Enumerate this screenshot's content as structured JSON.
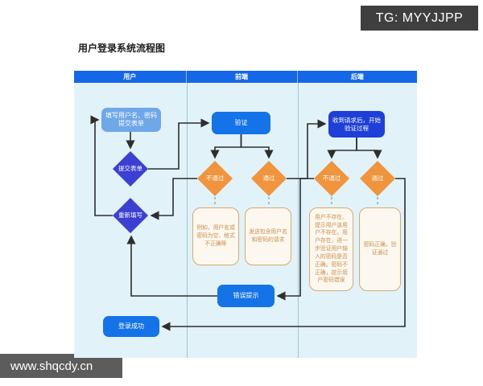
{
  "badge": {
    "text": "TG: MYYJJPP"
  },
  "watermark": {
    "text": "www.shqcdy.cn"
  },
  "title": "用户登录系统流程图",
  "lanes": [
    {
      "label": "用户"
    },
    {
      "label": "前端"
    },
    {
      "label": "后端"
    }
  ],
  "nodes": {
    "fill_form": {
      "label": "填写用户名、密码提交表单",
      "type": "process"
    },
    "submit_form": {
      "label": "提交表单",
      "type": "decision"
    },
    "refill": {
      "label": "重新填写",
      "type": "decision"
    },
    "login_success": {
      "label": "登录成功",
      "type": "process"
    },
    "verify": {
      "label": "验证",
      "type": "process"
    },
    "fe_fail": {
      "label": "不通过",
      "type": "decision"
    },
    "fe_pass": {
      "label": "通过",
      "type": "decision"
    },
    "fe_fail_note": {
      "label": "例如，用户名或密码为空、格式不正确等",
      "type": "note"
    },
    "fe_pass_note": {
      "label": "发送包含用户名和密码的请求",
      "type": "note"
    },
    "error_tip": {
      "label": "错误提示",
      "type": "process"
    },
    "be_receive": {
      "label": "收到请求后，开始验证过程",
      "type": "process"
    },
    "be_fail": {
      "label": "不通过",
      "type": "decision"
    },
    "be_pass": {
      "label": "通过",
      "type": "decision"
    },
    "be_fail_note": {
      "label": "用户不存在、提示用户该用户不存在。用户存在，进一步验证用户输入的密码是否正确。密码不正确，提示用户密码错误",
      "type": "note"
    },
    "be_pass_note": {
      "label": "密码正确，验证通过",
      "type": "note"
    }
  },
  "edges": [
    {
      "id": "fill-to-submit",
      "from": "fill_form",
      "to": "submit_form",
      "style": "solid"
    },
    {
      "id": "submit-to-verify",
      "from": "submit_form",
      "to": "verify",
      "style": "solid"
    },
    {
      "id": "verify-to-fe-fail",
      "from": "verify",
      "to": "fe_fail",
      "style": "solid"
    },
    {
      "id": "verify-to-fe-pass",
      "from": "verify",
      "to": "fe_pass",
      "style": "solid"
    },
    {
      "id": "fe-fail-to-refill",
      "from": "fe_fail",
      "to": "refill",
      "style": "solid"
    },
    {
      "id": "refill-to-fill",
      "from": "refill",
      "to": "fill_form",
      "style": "solid"
    },
    {
      "id": "error-to-refill",
      "from": "error_tip",
      "to": "refill",
      "style": "solid"
    },
    {
      "id": "fe-pass-to-be-receive",
      "from": "fe_pass",
      "to": "be_receive",
      "style": "solid"
    },
    {
      "id": "be-receive-to-be-fail",
      "from": "be_receive",
      "to": "be_fail",
      "style": "solid"
    },
    {
      "id": "be-receive-to-be-pass",
      "from": "be_receive",
      "to": "be_pass",
      "style": "solid"
    },
    {
      "id": "be-fail-to-error",
      "from": "be_fail",
      "to": "error_tip",
      "style": "solid"
    },
    {
      "id": "be-pass-to-login",
      "from": "be_pass",
      "to": "login_success",
      "style": "solid"
    },
    {
      "id": "fe-fail-note-link",
      "from": "fe_fail",
      "to": "fe_fail_note",
      "style": "dashed"
    },
    {
      "id": "fe-pass-note-link",
      "from": "fe_pass",
      "to": "fe_pass_note",
      "style": "dashed"
    },
    {
      "id": "be-fail-note-link",
      "from": "be_fail",
      "to": "be_fail_note",
      "style": "dashed"
    },
    {
      "id": "be-pass-note-link",
      "from": "be_pass",
      "to": "be_pass_note",
      "style": "dashed"
    }
  ],
  "colors": {
    "header_blue": "#1667E8",
    "process_blue": "#1473E6",
    "process_light_blue": "#6FA8E8",
    "backend_royal_blue": "#1E3FD8",
    "decision_violet": "#3C40D2",
    "decision_orange": "#F0943D",
    "note_border": "#D8A96B",
    "note_text": "#CE8F4C",
    "lane_bg": "#E1F3F8",
    "edge": "#2E2E2E",
    "dashed_edge": "#85B9C6",
    "badge_bg": "#3F3F3F",
    "watermark_bg": "#5C5C5C"
  }
}
